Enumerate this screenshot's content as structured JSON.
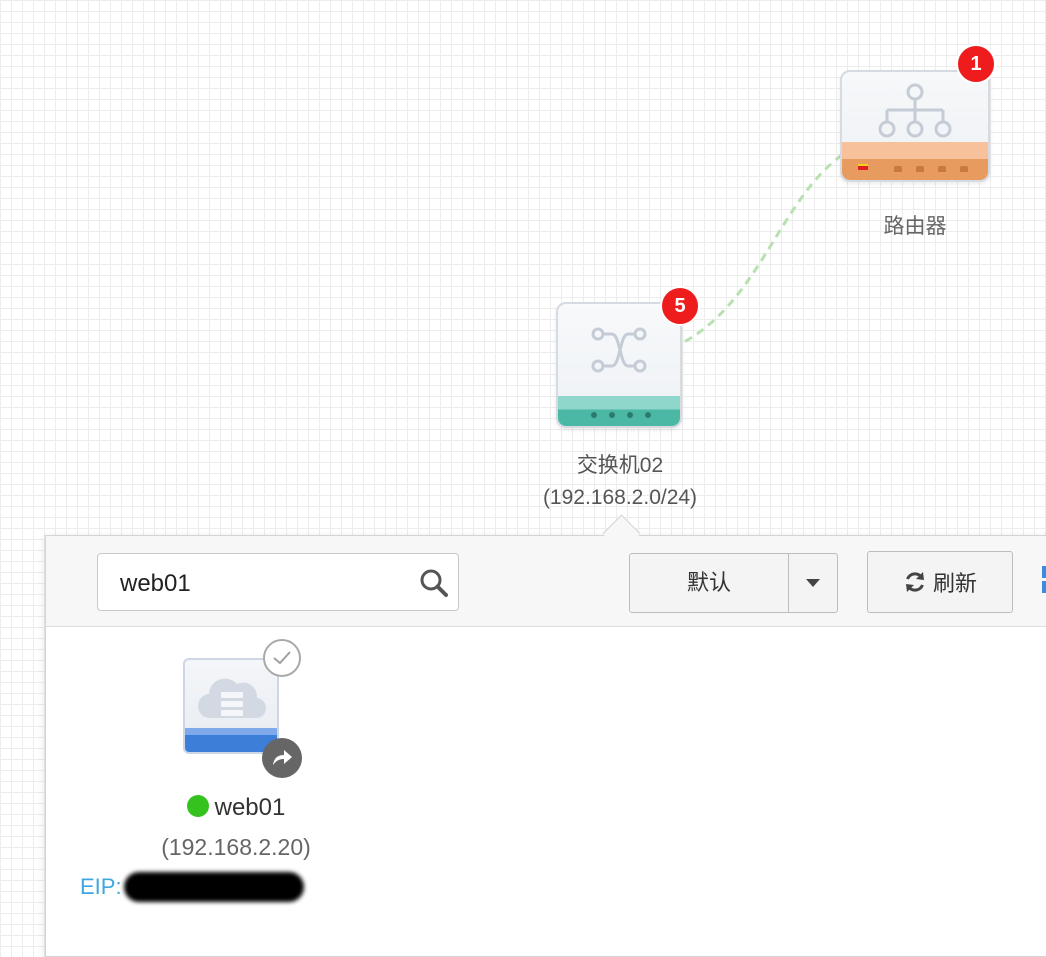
{
  "topology": {
    "router": {
      "label": "路由器",
      "badge": "1"
    },
    "switch": {
      "label": "交换机02",
      "subnet": "(192.168.2.0/24)",
      "badge": "5"
    }
  },
  "panel": {
    "search": {
      "value": "web01",
      "placeholder": ""
    },
    "view_select": {
      "value": "默认"
    },
    "refresh_label": "刷新",
    "vm": {
      "name": "web01",
      "ip": "(192.168.2.20)",
      "eip_label": "EIP:",
      "status": "running",
      "status_color": "#36c21e"
    }
  },
  "colors": {
    "badge": "#ee1c1c",
    "link_line": "#b8e0b0",
    "eip_text": "#3fa7e0"
  },
  "icons": [
    "router-tree-icon",
    "switch-shuffle-icon",
    "cloud-server-icon",
    "search-icon",
    "caret-down-icon",
    "refresh-icon",
    "check-icon",
    "share-icon",
    "grid-toggle-icon"
  ]
}
